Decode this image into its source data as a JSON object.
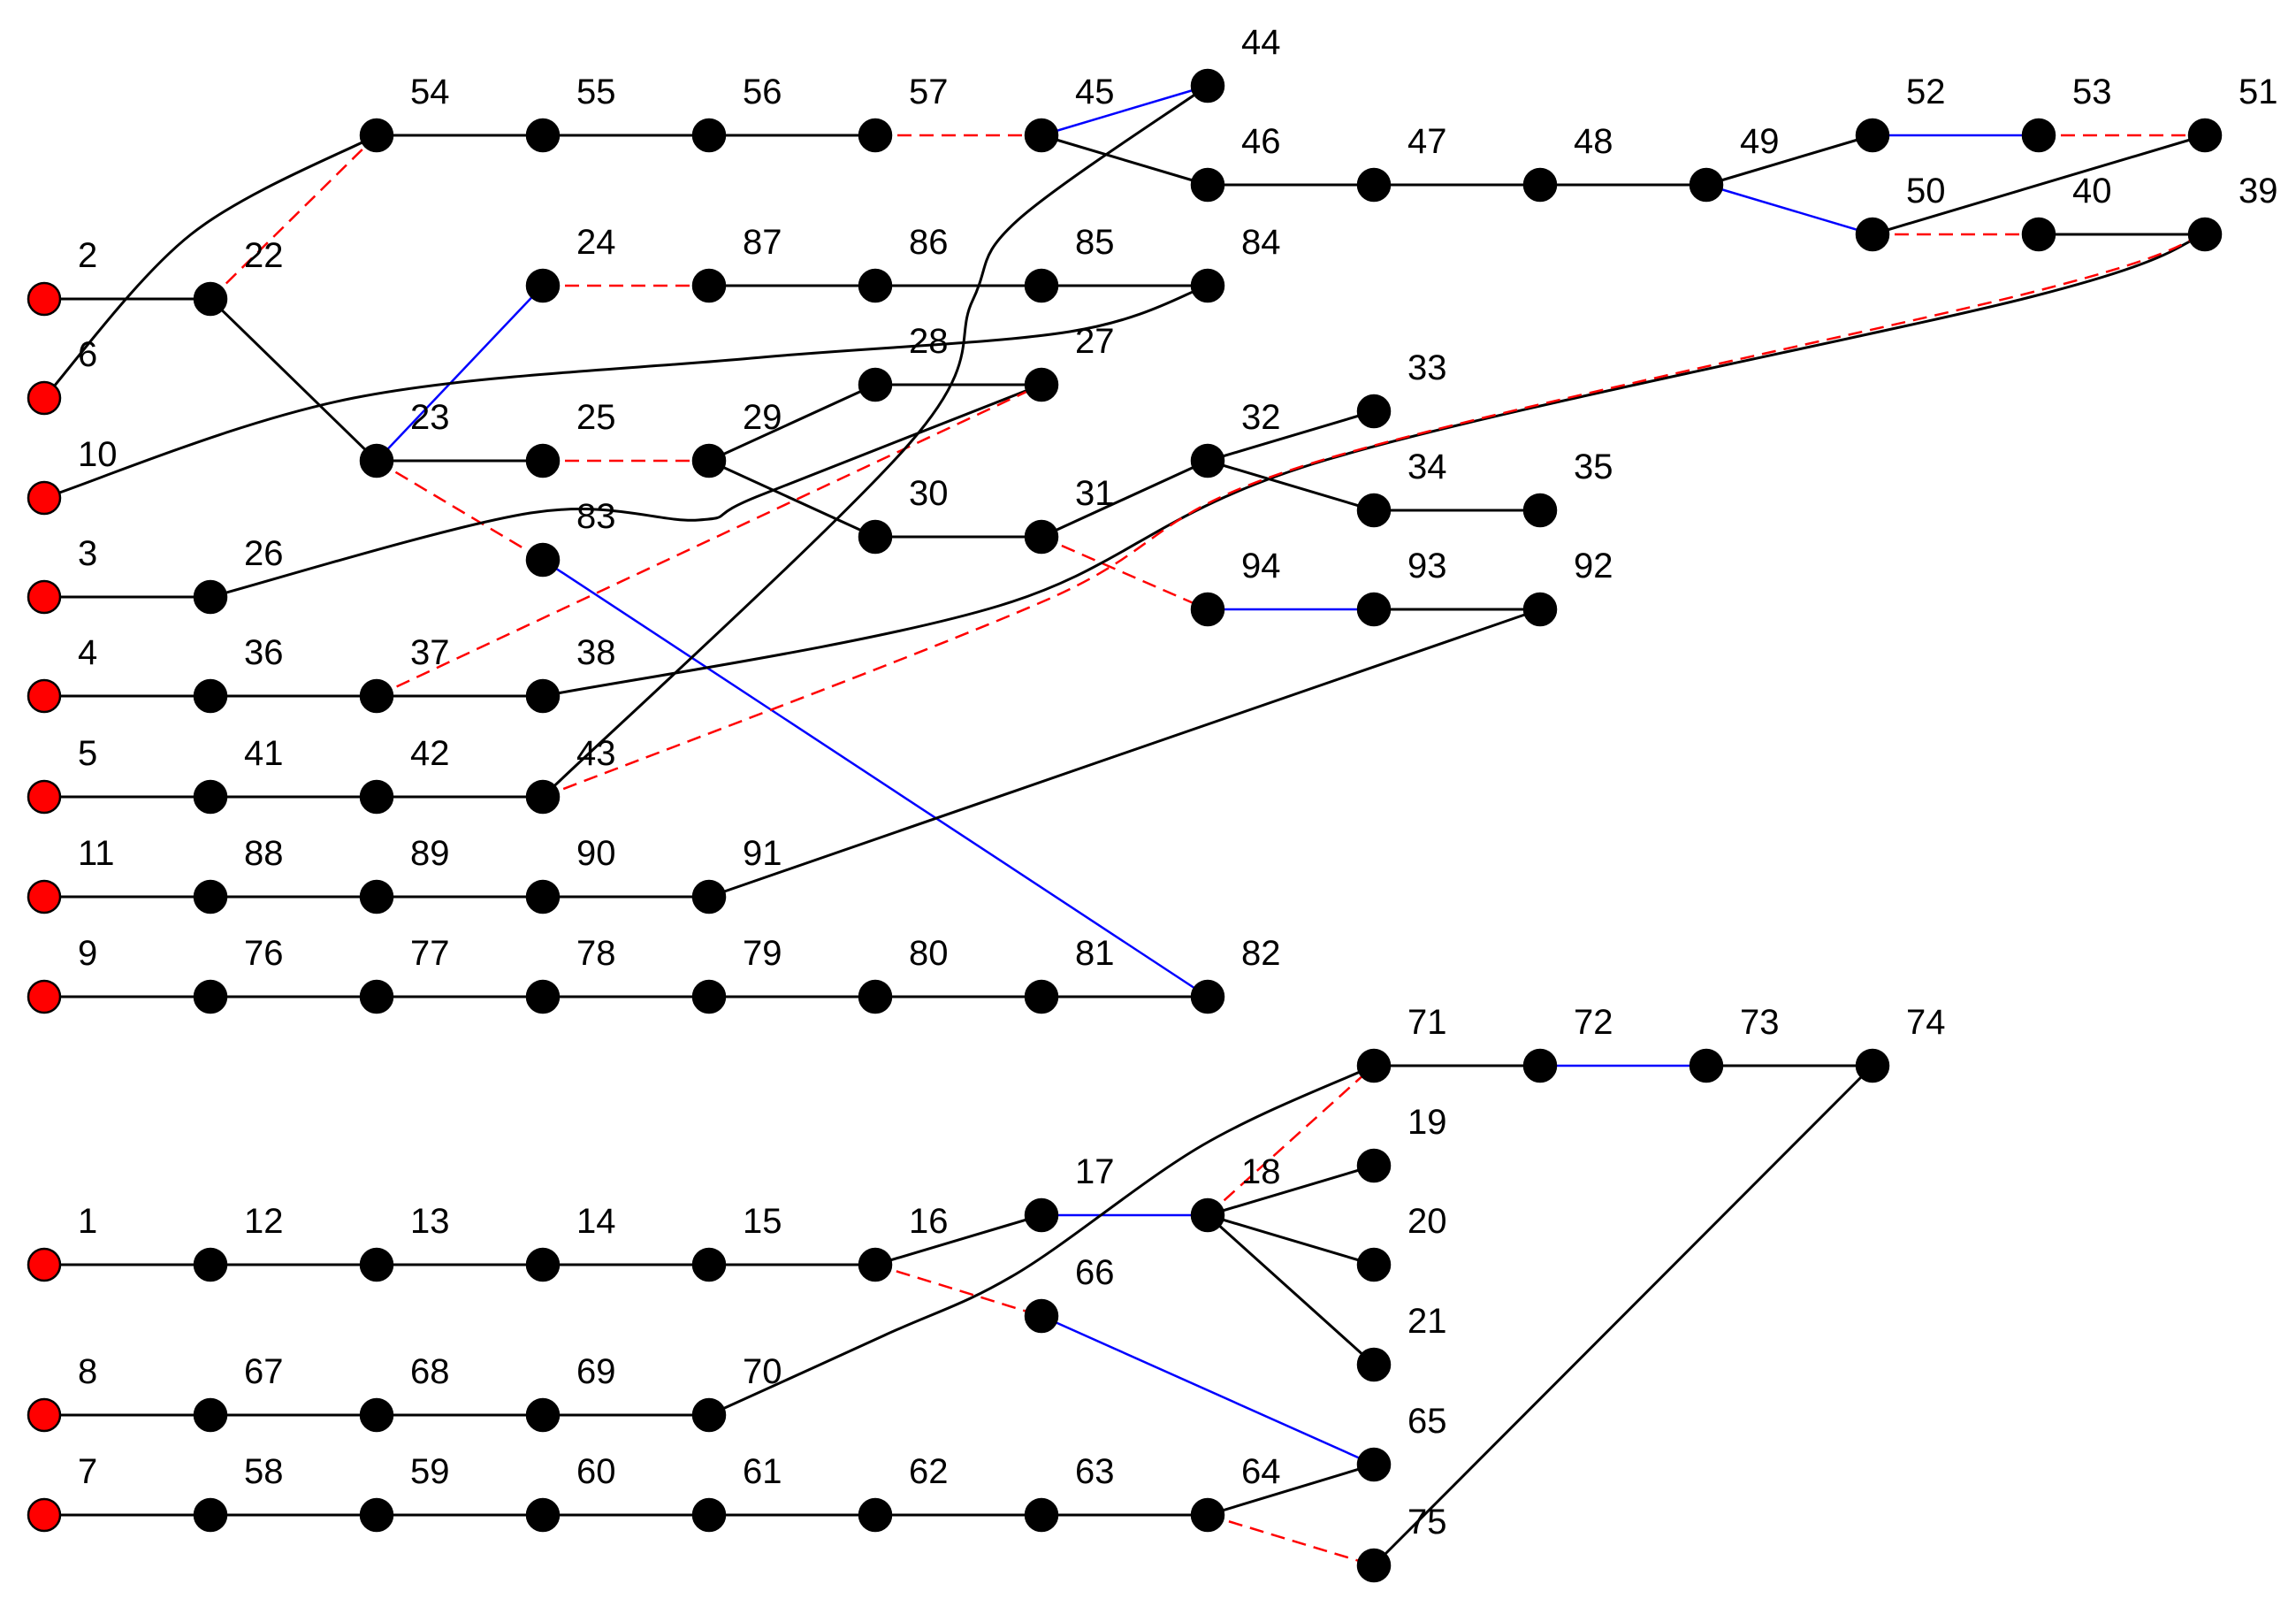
{
  "colors": {
    "normal": "#000000",
    "switch_open": "#ff0000",
    "tie": "#0000ff",
    "source": "#ff0000",
    "bus": "#000000"
  },
  "nodes": [
    {
      "id": "1",
      "type": "source"
    },
    {
      "id": "2",
      "type": "source"
    },
    {
      "id": "3",
      "type": "source"
    },
    {
      "id": "4",
      "type": "source"
    },
    {
      "id": "5",
      "type": "source"
    },
    {
      "id": "6",
      "type": "source"
    },
    {
      "id": "7",
      "type": "source"
    },
    {
      "id": "8",
      "type": "source"
    },
    {
      "id": "9",
      "type": "source"
    },
    {
      "id": "10",
      "type": "source"
    },
    {
      "id": "11",
      "type": "source"
    },
    {
      "id": "12",
      "type": "bus"
    },
    {
      "id": "13",
      "type": "bus"
    },
    {
      "id": "14",
      "type": "bus"
    },
    {
      "id": "15",
      "type": "bus"
    },
    {
      "id": "16",
      "type": "bus"
    },
    {
      "id": "17",
      "type": "bus"
    },
    {
      "id": "18",
      "type": "bus"
    },
    {
      "id": "19",
      "type": "bus"
    },
    {
      "id": "20",
      "type": "bus"
    },
    {
      "id": "21",
      "type": "bus"
    },
    {
      "id": "22",
      "type": "bus"
    },
    {
      "id": "23",
      "type": "bus"
    },
    {
      "id": "24",
      "type": "bus"
    },
    {
      "id": "25",
      "type": "bus"
    },
    {
      "id": "26",
      "type": "bus"
    },
    {
      "id": "27",
      "type": "bus"
    },
    {
      "id": "28",
      "type": "bus"
    },
    {
      "id": "29",
      "type": "bus"
    },
    {
      "id": "30",
      "type": "bus"
    },
    {
      "id": "31",
      "type": "bus"
    },
    {
      "id": "32",
      "type": "bus"
    },
    {
      "id": "33",
      "type": "bus"
    },
    {
      "id": "34",
      "type": "bus"
    },
    {
      "id": "35",
      "type": "bus"
    },
    {
      "id": "36",
      "type": "bus"
    },
    {
      "id": "37",
      "type": "bus"
    },
    {
      "id": "38",
      "type": "bus"
    },
    {
      "id": "39",
      "type": "bus"
    },
    {
      "id": "40",
      "type": "bus"
    },
    {
      "id": "41",
      "type": "bus"
    },
    {
      "id": "42",
      "type": "bus"
    },
    {
      "id": "43",
      "type": "bus"
    },
    {
      "id": "44",
      "type": "bus"
    },
    {
      "id": "45",
      "type": "bus"
    },
    {
      "id": "46",
      "type": "bus"
    },
    {
      "id": "47",
      "type": "bus"
    },
    {
      "id": "48",
      "type": "bus"
    },
    {
      "id": "49",
      "type": "bus"
    },
    {
      "id": "50",
      "type": "bus"
    },
    {
      "id": "51",
      "type": "bus"
    },
    {
      "id": "52",
      "type": "bus"
    },
    {
      "id": "53",
      "type": "bus"
    },
    {
      "id": "54",
      "type": "bus"
    },
    {
      "id": "55",
      "type": "bus"
    },
    {
      "id": "56",
      "type": "bus"
    },
    {
      "id": "57",
      "type": "bus"
    },
    {
      "id": "58",
      "type": "bus"
    },
    {
      "id": "59",
      "type": "bus"
    },
    {
      "id": "60",
      "type": "bus"
    },
    {
      "id": "61",
      "type": "bus"
    },
    {
      "id": "62",
      "type": "bus"
    },
    {
      "id": "63",
      "type": "bus"
    },
    {
      "id": "64",
      "type": "bus"
    },
    {
      "id": "65",
      "type": "bus"
    },
    {
      "id": "66",
      "type": "bus"
    },
    {
      "id": "67",
      "type": "bus"
    },
    {
      "id": "68",
      "type": "bus"
    },
    {
      "id": "69",
      "type": "bus"
    },
    {
      "id": "70",
      "type": "bus"
    },
    {
      "id": "71",
      "type": "bus"
    },
    {
      "id": "72",
      "type": "bus"
    },
    {
      "id": "73",
      "type": "bus"
    },
    {
      "id": "74",
      "type": "bus"
    },
    {
      "id": "75",
      "type": "bus"
    },
    {
      "id": "76",
      "type": "bus"
    },
    {
      "id": "77",
      "type": "bus"
    },
    {
      "id": "78",
      "type": "bus"
    },
    {
      "id": "79",
      "type": "bus"
    },
    {
      "id": "80",
      "type": "bus"
    },
    {
      "id": "81",
      "type": "bus"
    },
    {
      "id": "82",
      "type": "bus"
    },
    {
      "id": "83",
      "type": "bus"
    },
    {
      "id": "84",
      "type": "bus"
    },
    {
      "id": "85",
      "type": "bus"
    },
    {
      "id": "86",
      "type": "bus"
    },
    {
      "id": "87",
      "type": "bus"
    },
    {
      "id": "88",
      "type": "bus"
    },
    {
      "id": "89",
      "type": "bus"
    },
    {
      "id": "90",
      "type": "bus"
    },
    {
      "id": "91",
      "type": "bus"
    },
    {
      "id": "92",
      "type": "bus"
    },
    {
      "id": "93",
      "type": "bus"
    },
    {
      "id": "94",
      "type": "bus"
    }
  ],
  "edges": [
    {
      "from": "54",
      "to": "55",
      "type": "normal"
    },
    {
      "from": "55",
      "to": "56",
      "type": "normal"
    },
    {
      "from": "56",
      "to": "57",
      "type": "normal"
    },
    {
      "from": "57",
      "to": "45",
      "type": "switch_open"
    },
    {
      "from": "45",
      "to": "44",
      "type": "tie"
    },
    {
      "from": "45",
      "to": "46",
      "type": "normal"
    },
    {
      "from": "46",
      "to": "47",
      "type": "normal"
    },
    {
      "from": "47",
      "to": "48",
      "type": "normal"
    },
    {
      "from": "48",
      "to": "49",
      "type": "normal"
    },
    {
      "from": "49",
      "to": "52",
      "type": "normal"
    },
    {
      "from": "52",
      "to": "53",
      "type": "tie"
    },
    {
      "from": "53",
      "to": "51",
      "type": "switch_open"
    },
    {
      "from": "49",
      "to": "50",
      "type": "tie"
    },
    {
      "from": "50",
      "to": "51",
      "type": "normal"
    },
    {
      "from": "50",
      "to": "40",
      "type": "switch_open"
    },
    {
      "from": "40",
      "to": "39",
      "type": "normal"
    },
    {
      "from": "6",
      "to": "54",
      "type": "normal"
    },
    {
      "from": "22",
      "to": "54",
      "type": "switch_open"
    },
    {
      "from": "2",
      "to": "22",
      "type": "normal"
    },
    {
      "from": "22",
      "to": "23",
      "type": "normal"
    },
    {
      "from": "24",
      "to": "87",
      "type": "switch_open"
    },
    {
      "from": "87",
      "to": "86",
      "type": "normal"
    },
    {
      "from": "86",
      "to": "85",
      "type": "normal"
    },
    {
      "from": "85",
      "to": "84",
      "type": "normal"
    },
    {
      "from": "23",
      "to": "24",
      "type": "tie"
    },
    {
      "from": "10",
      "to": "84",
      "type": "normal"
    },
    {
      "from": "23",
      "to": "25",
      "type": "normal"
    },
    {
      "from": "25",
      "to": "29",
      "type": "switch_open"
    },
    {
      "from": "29",
      "to": "28",
      "type": "normal"
    },
    {
      "from": "28",
      "to": "27",
      "type": "normal"
    },
    {
      "from": "29",
      "to": "30",
      "type": "normal"
    },
    {
      "from": "30",
      "to": "31",
      "type": "normal"
    },
    {
      "from": "31",
      "to": "32",
      "type": "normal"
    },
    {
      "from": "32",
      "to": "33",
      "type": "normal"
    },
    {
      "from": "32",
      "to": "34",
      "type": "normal"
    },
    {
      "from": "34",
      "to": "35",
      "type": "normal"
    },
    {
      "from": "31",
      "to": "94",
      "type": "switch_open"
    },
    {
      "from": "94",
      "to": "93",
      "type": "tie"
    },
    {
      "from": "93",
      "to": "92",
      "type": "normal"
    },
    {
      "from": "23",
      "to": "83",
      "type": "switch_open"
    },
    {
      "from": "83",
      "to": "82",
      "type": "tie"
    },
    {
      "from": "3",
      "to": "26",
      "type": "normal"
    },
    {
      "from": "26",
      "to": "27",
      "type": "normal"
    },
    {
      "from": "4",
      "to": "36",
      "type": "normal"
    },
    {
      "from": "36",
      "to": "37",
      "type": "normal"
    },
    {
      "from": "37",
      "to": "38",
      "type": "normal"
    },
    {
      "from": "37",
      "to": "27",
      "type": "switch_open"
    },
    {
      "from": "38",
      "to": "39",
      "type": "normal"
    },
    {
      "from": "5",
      "to": "41",
      "type": "normal"
    },
    {
      "from": "41",
      "to": "42",
      "type": "normal"
    },
    {
      "from": "42",
      "to": "43",
      "type": "normal"
    },
    {
      "from": "43",
      "to": "44",
      "type": "normal"
    },
    {
      "from": "43",
      "to": "39",
      "type": "switch_open"
    },
    {
      "from": "11",
      "to": "88",
      "type": "normal"
    },
    {
      "from": "88",
      "to": "89",
      "type": "normal"
    },
    {
      "from": "89",
      "to": "90",
      "type": "normal"
    },
    {
      "from": "90",
      "to": "91",
      "type": "normal"
    },
    {
      "from": "91",
      "to": "92",
      "type": "normal"
    },
    {
      "from": "9",
      "to": "76",
      "type": "normal"
    },
    {
      "from": "76",
      "to": "77",
      "type": "normal"
    },
    {
      "from": "77",
      "to": "78",
      "type": "normal"
    },
    {
      "from": "78",
      "to": "79",
      "type": "normal"
    },
    {
      "from": "79",
      "to": "80",
      "type": "normal"
    },
    {
      "from": "80",
      "to": "81",
      "type": "normal"
    },
    {
      "from": "81",
      "to": "82",
      "type": "normal"
    },
    {
      "from": "71",
      "to": "72",
      "type": "normal"
    },
    {
      "from": "72",
      "to": "73",
      "type": "tie"
    },
    {
      "from": "73",
      "to": "74",
      "type": "normal"
    },
    {
      "from": "74",
      "to": "75",
      "type": "normal"
    },
    {
      "from": "18",
      "to": "71",
      "type": "switch_open"
    },
    {
      "from": "18",
      "to": "19",
      "type": "normal"
    },
    {
      "from": "18",
      "to": "20",
      "type": "normal"
    },
    {
      "from": "18",
      "to": "21",
      "type": "normal"
    },
    {
      "from": "17",
      "to": "18",
      "type": "tie"
    },
    {
      "from": "1",
      "to": "12",
      "type": "normal"
    },
    {
      "from": "12",
      "to": "13",
      "type": "normal"
    },
    {
      "from": "13",
      "to": "14",
      "type": "normal"
    },
    {
      "from": "14",
      "to": "15",
      "type": "normal"
    },
    {
      "from": "15",
      "to": "16",
      "type": "normal"
    },
    {
      "from": "16",
      "to": "17",
      "type": "normal"
    },
    {
      "from": "16",
      "to": "66",
      "type": "switch_open"
    },
    {
      "from": "66",
      "to": "65",
      "type": "tie"
    },
    {
      "from": "8",
      "to": "67",
      "type": "normal"
    },
    {
      "from": "67",
      "to": "68",
      "type": "normal"
    },
    {
      "from": "68",
      "to": "69",
      "type": "normal"
    },
    {
      "from": "69",
      "to": "70",
      "type": "normal"
    },
    {
      "from": "70",
      "to": "71",
      "type": "normal"
    },
    {
      "from": "7",
      "to": "58",
      "type": "normal"
    },
    {
      "from": "58",
      "to": "59",
      "type": "normal"
    },
    {
      "from": "59",
      "to": "60",
      "type": "normal"
    },
    {
      "from": "60",
      "to": "61",
      "type": "normal"
    },
    {
      "from": "61",
      "to": "62",
      "type": "normal"
    },
    {
      "from": "62",
      "to": "63",
      "type": "normal"
    },
    {
      "from": "63",
      "to": "64",
      "type": "normal"
    },
    {
      "from": "64",
      "to": "65",
      "type": "normal"
    },
    {
      "from": "64",
      "to": "75",
      "type": "switch_open"
    }
  ]
}
